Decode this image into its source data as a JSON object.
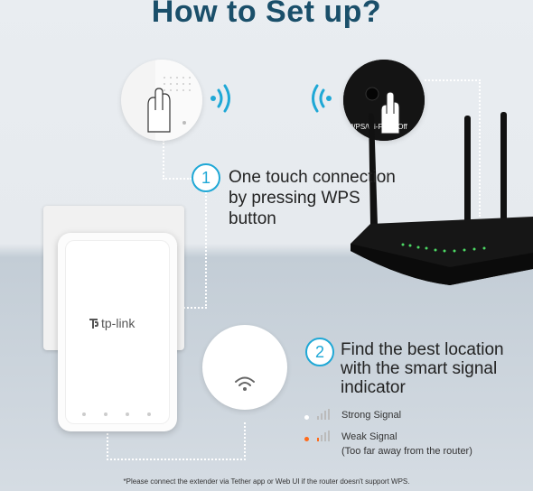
{
  "heading": "How to Set up?",
  "steps": [
    {
      "number": "1",
      "lines": [
        "One touch connection",
        "by pressing WPS",
        "button"
      ]
    },
    {
      "number": "2",
      "lines": [
        "Find the best location",
        "with the smart signal",
        "indicator"
      ]
    }
  ],
  "router_button_label": "WPS/Wi-Fi On/Off",
  "extender_brand": "tp-link",
  "signal_legend": [
    {
      "label": "Strong Signal",
      "detail": "",
      "color": "#ffffff"
    },
    {
      "label": "Weak Signal",
      "detail": "(Too far away from the router)",
      "color": "#ff6a1a"
    }
  ],
  "footnote": "*Please connect the extender via Tether app or Web UI  if the router doesn't support WPS.",
  "colors": {
    "accent": "#1fa8d6",
    "heading": "#1a4f6a",
    "router_led": "#4cd964"
  },
  "icons": [
    "wifi-waves-right-icon",
    "wifi-waves-left-icon",
    "wifi-icon",
    "hand-press-icon",
    "signal-bars-icon"
  ]
}
